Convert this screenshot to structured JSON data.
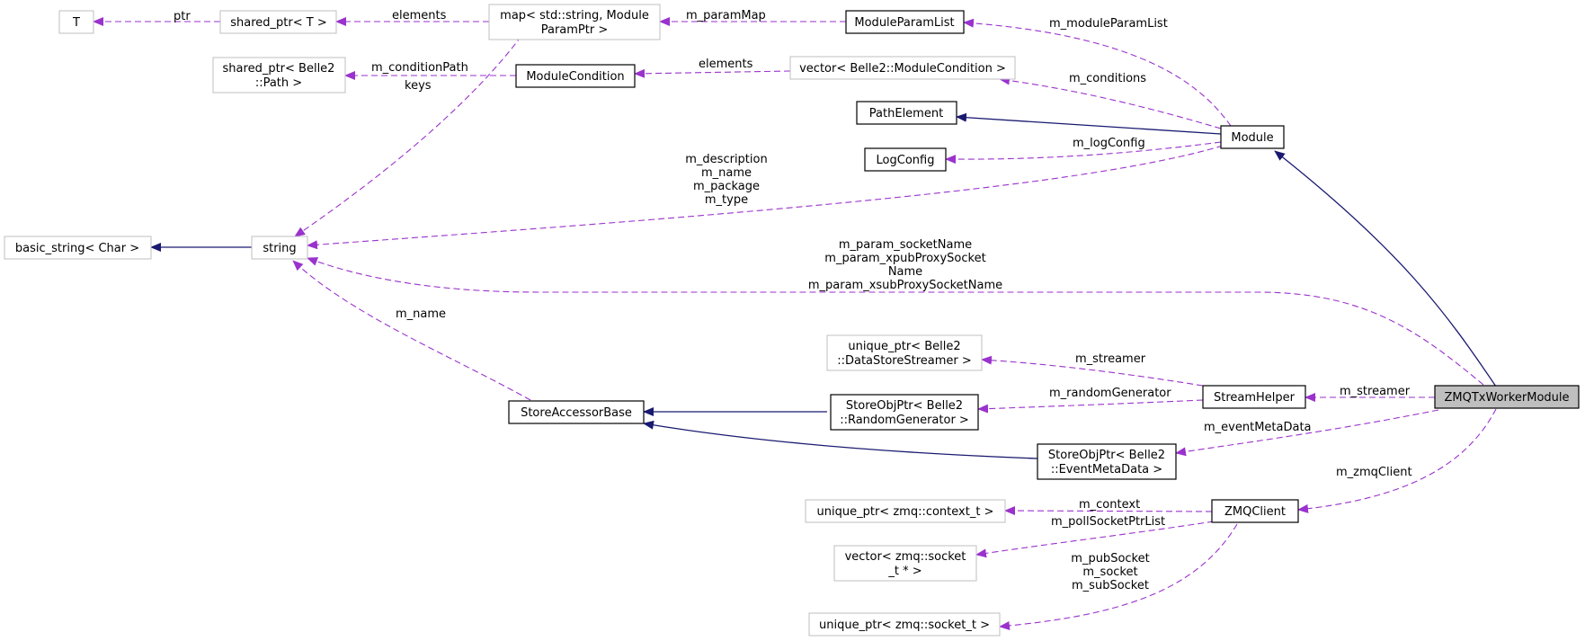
{
  "nodes": {
    "T": "T",
    "shared_ptr_T": "shared_ptr< T >",
    "map": [
      "map< std::string, Module",
      "ParamPtr >"
    ],
    "ModuleParamList": "ModuleParamList",
    "shared_ptr_path": [
      "shared_ptr< Belle2",
      "::Path >"
    ],
    "ModuleCondition": "ModuleCondition",
    "vector_cond": "vector< Belle2::ModuleCondition >",
    "PathElement": "PathElement",
    "Module": "Module",
    "LogConfig": "LogConfig",
    "basic_string": "basic_string< Char >",
    "string": "string",
    "unique_ptr_dss": [
      "unique_ptr< Belle2",
      "::DataStoreStreamer >"
    ],
    "StreamHelper": "StreamHelper",
    "ZMQTxWorkerModule": "ZMQTxWorkerModule",
    "StoreAccessorBase": "StoreAccessorBase",
    "StoreObjPtr_rng": [
      "StoreObjPtr< Belle2",
      "::RandomGenerator >"
    ],
    "StoreObjPtr_emd": [
      "StoreObjPtr< Belle2",
      "::EventMetaData >"
    ],
    "unique_ptr_ctx": "unique_ptr< zmq::context_t >",
    "ZMQClient": "ZMQClient",
    "vector_sock": [
      "vector< zmq::socket",
      "_t * >"
    ],
    "unique_ptr_sock": "unique_ptr< zmq::socket_t >"
  },
  "edge_labels": {
    "ptr": "ptr",
    "elements_map": "elements",
    "m_paramMap": "m_paramMap",
    "m_moduleParamList": "m_moduleParamList",
    "m_conditionPath": "m_conditionPath",
    "elements_cond": "elements",
    "keys": "keys",
    "m_conditions": "m_conditions",
    "m_logConfig": "m_logConfig",
    "module_strings": [
      "m_description",
      "m_name",
      "m_package",
      "m_type"
    ],
    "zmq_strings": [
      "m_param_socketName",
      "m_param_xpubProxySocket",
      "Name",
      "m_param_xsubProxySocketName"
    ],
    "m_name": "m_name",
    "m_streamer_1": "m_streamer",
    "m_randomGenerator": "m_randomGenerator",
    "m_streamer_2": "m_streamer",
    "m_eventMetaData": "m_eventMetaData",
    "m_zmqClient": "m_zmqClient",
    "m_context": "m_context",
    "m_pollSocketPtrList": "m_pollSocketPtrList",
    "socket_members": [
      "m_pubSocket",
      "m_socket",
      "m_subSocket"
    ]
  },
  "colors": {
    "dashed_edge": "#9a32cd",
    "inheritance_edge": "#191970",
    "focus_fill": "#bfbfbf",
    "plain_border": "#bfbfbf"
  }
}
